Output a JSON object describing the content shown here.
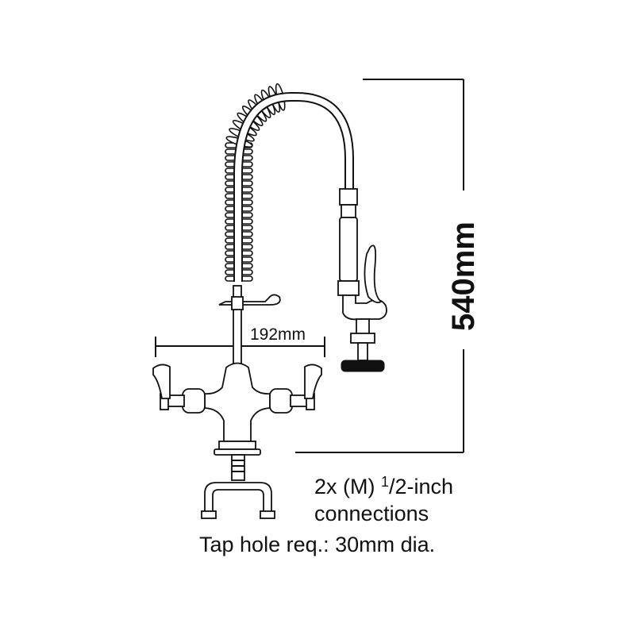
{
  "dimensions": {
    "width_label": "192mm",
    "height_label": "540mm"
  },
  "notes": {
    "connections_line1_prefix": "2x (M) ",
    "connections_fraction_num": "1",
    "connections_fraction_rest": "/2-inch",
    "connections_line2": "connections",
    "tap_hole": "Tap hole req.: 30mm dia."
  },
  "colors": {
    "ink": "#111111",
    "background": "#ffffff"
  }
}
